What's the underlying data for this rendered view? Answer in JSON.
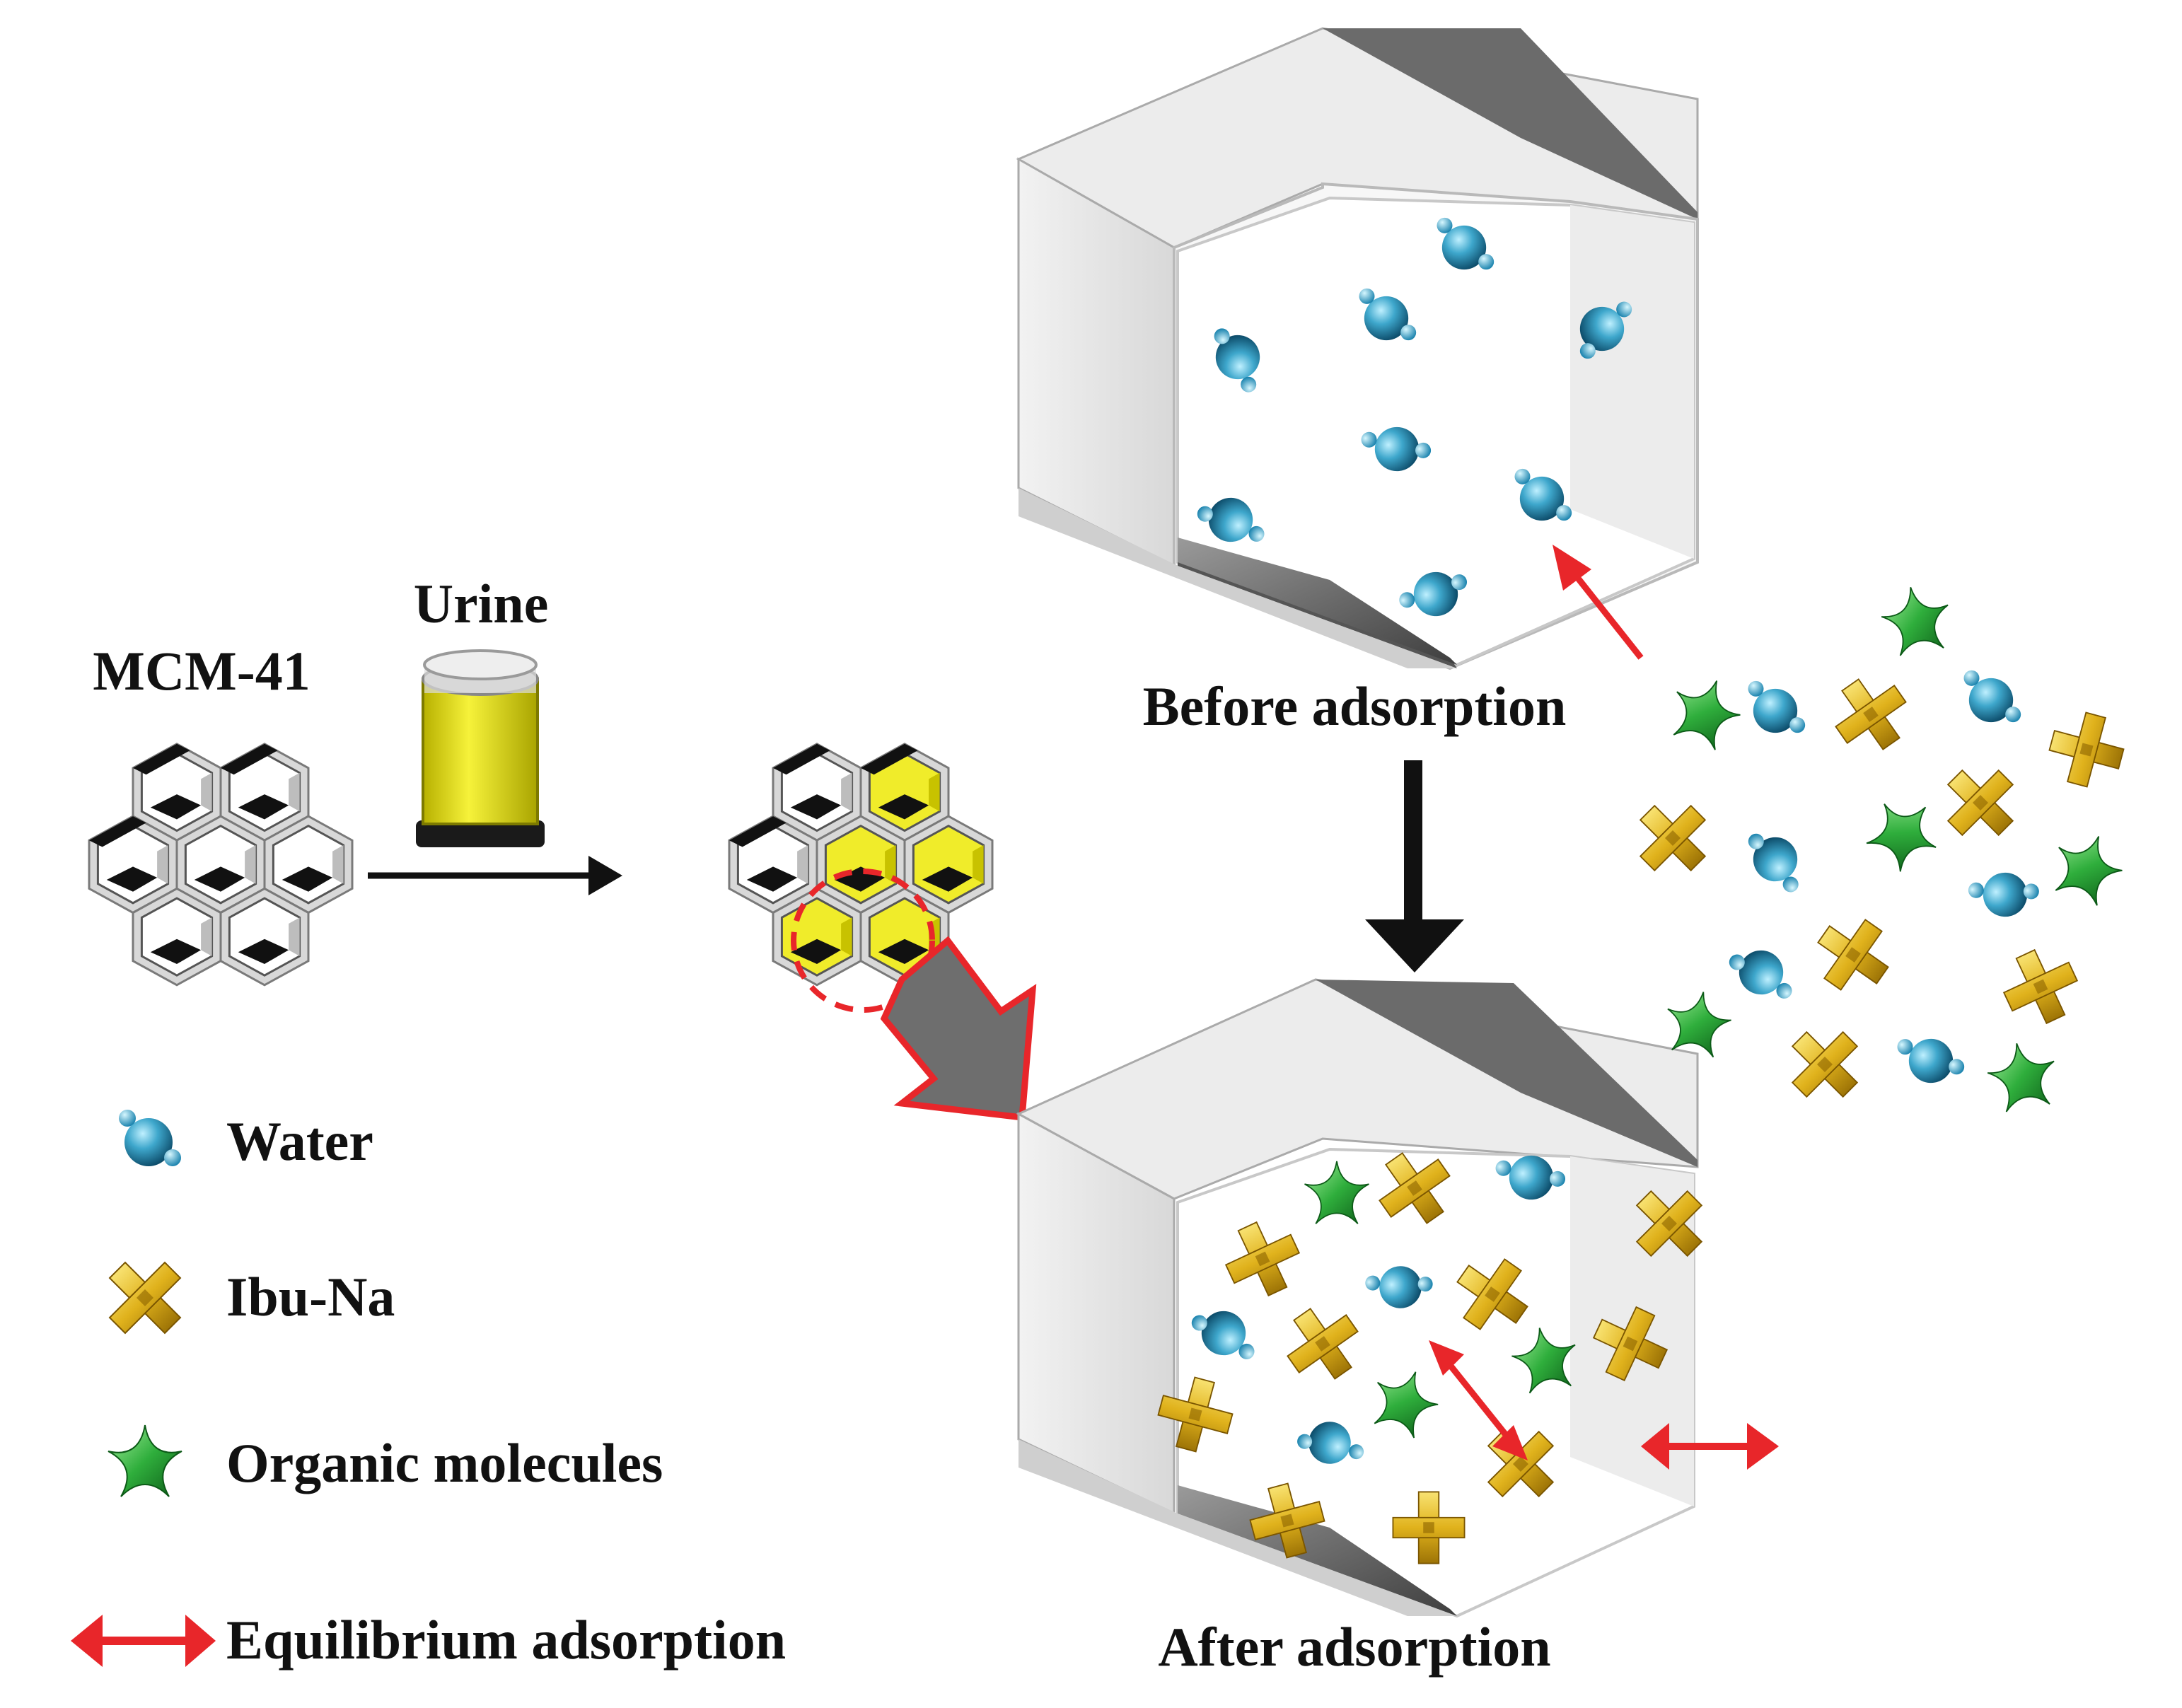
{
  "labels": {
    "mcm": "MCM-41",
    "urine": "Urine",
    "before": "Before adsorption",
    "after": "After adsorption"
  },
  "legend": {
    "water": "Water",
    "ibu": "Ibu-Na",
    "organic": "Organic molecules",
    "equilibrium": "Equilibrium adsorption"
  },
  "colors": {
    "water": "#3b9fc4",
    "ibu": "#d9ab1a",
    "organic": "#2fae3c",
    "arrow_red": "#e8262a",
    "pore_yellow": "#f0ec2a"
  },
  "icons": {
    "water": "water-molecule-icon",
    "ibu": "ibu-na-molecule-icon",
    "organic": "organic-molecule-icon",
    "equilibrium": "double-arrow-icon"
  }
}
